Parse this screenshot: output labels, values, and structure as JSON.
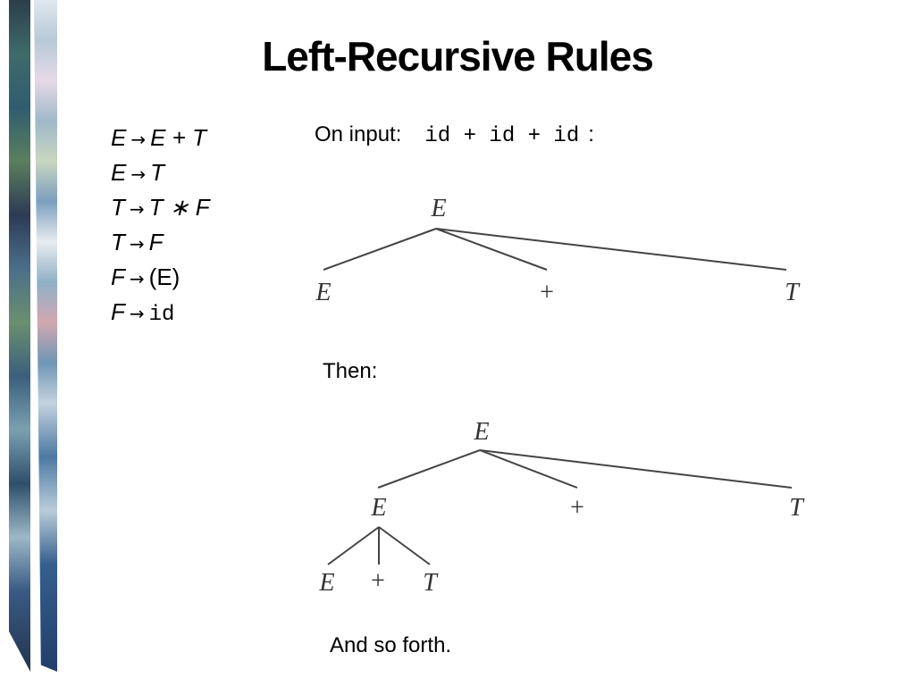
{
  "title": "Left-Recursive Rules",
  "rules": [
    {
      "lhs": "E",
      "rhs": "E + T"
    },
    {
      "lhs": "E",
      "rhs": "T"
    },
    {
      "lhs": "T",
      "rhs": "T ∗ F"
    },
    {
      "lhs": "T",
      "rhs": "F"
    },
    {
      "lhs": "F",
      "rhs": "(E)"
    },
    {
      "lhs": "F",
      "rhs": "id"
    }
  ],
  "arrow_glyph": "→",
  "on_input_label": "On input:",
  "input_string": "id + id + id",
  "input_colon": ":",
  "then_label": "Then:",
  "and_so_forth": "And so forth.",
  "tree1": {
    "root": "E",
    "children": [
      "E",
      "+",
      "T"
    ]
  },
  "tree2": {
    "root": "E",
    "children": [
      "E",
      "+",
      "T"
    ],
    "grandchildren": [
      "E",
      "+",
      "T"
    ]
  },
  "icons": {
    "arrow": "right-arrow-icon"
  }
}
